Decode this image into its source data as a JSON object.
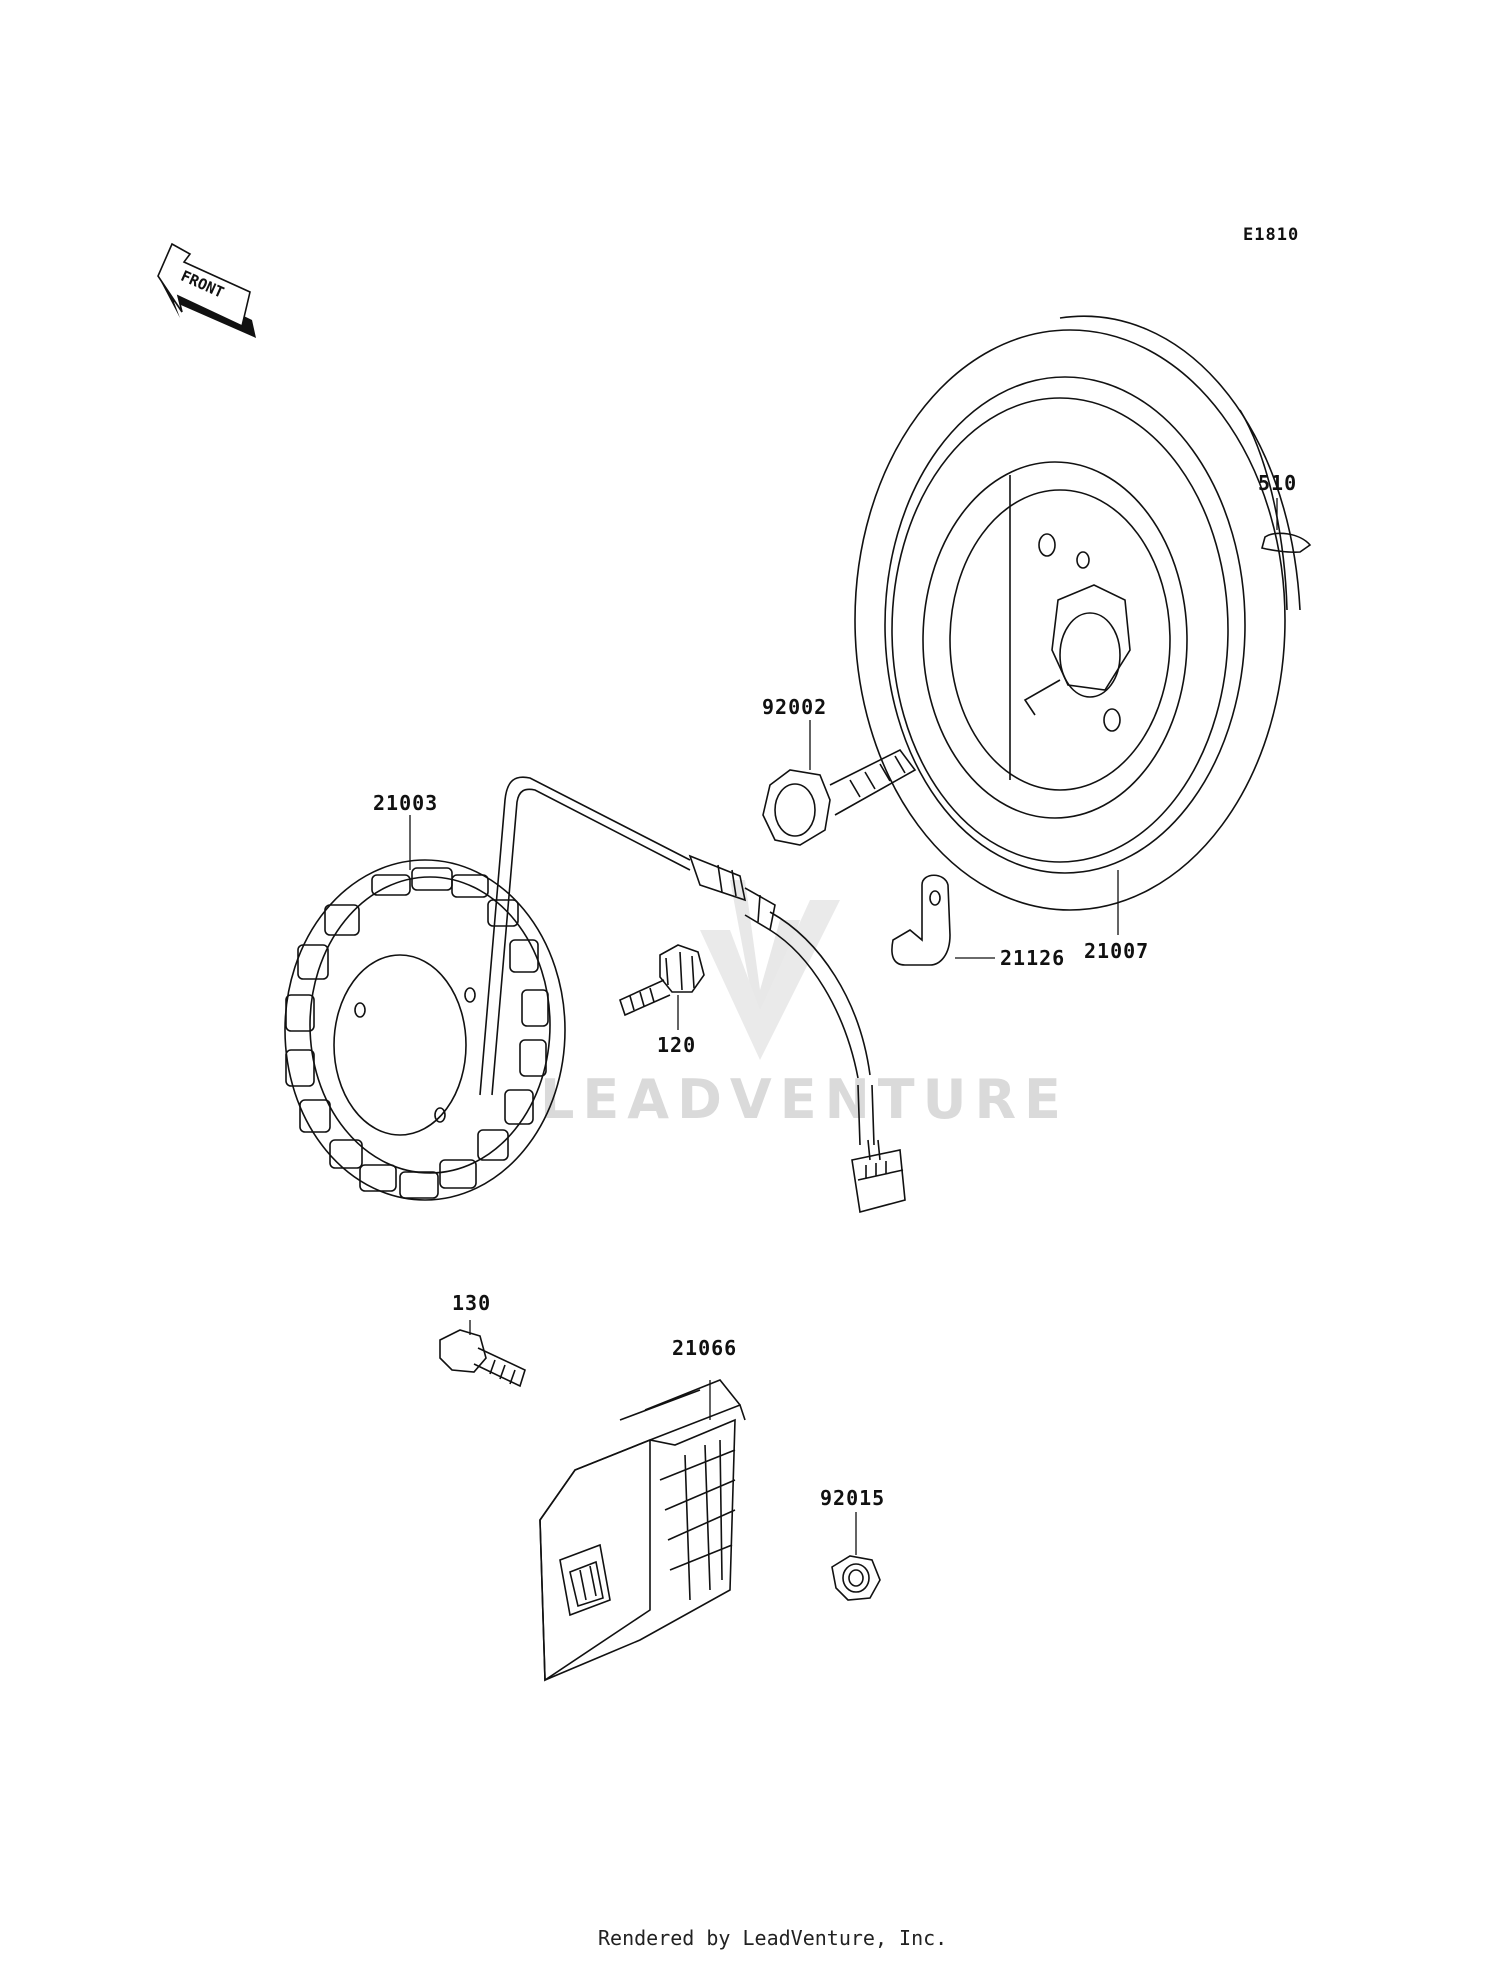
{
  "diagram_code": "E1810",
  "front_label": "FRONT",
  "watermark": "LEADVENTURE",
  "footer": "Rendered by LeadVenture, Inc.",
  "parts": [
    {
      "number": "510",
      "name": "key-510"
    },
    {
      "number": "92002",
      "name": "bolt-92002"
    },
    {
      "number": "21003",
      "name": "stator-21003"
    },
    {
      "number": "21007",
      "name": "rotor-21007"
    },
    {
      "number": "21126",
      "name": "clamp-21126"
    },
    {
      "number": "120",
      "name": "bolt-120"
    },
    {
      "number": "130",
      "name": "bolt-130"
    },
    {
      "number": "21066",
      "name": "regulator-21066"
    },
    {
      "number": "92015",
      "name": "nut-92015"
    }
  ]
}
